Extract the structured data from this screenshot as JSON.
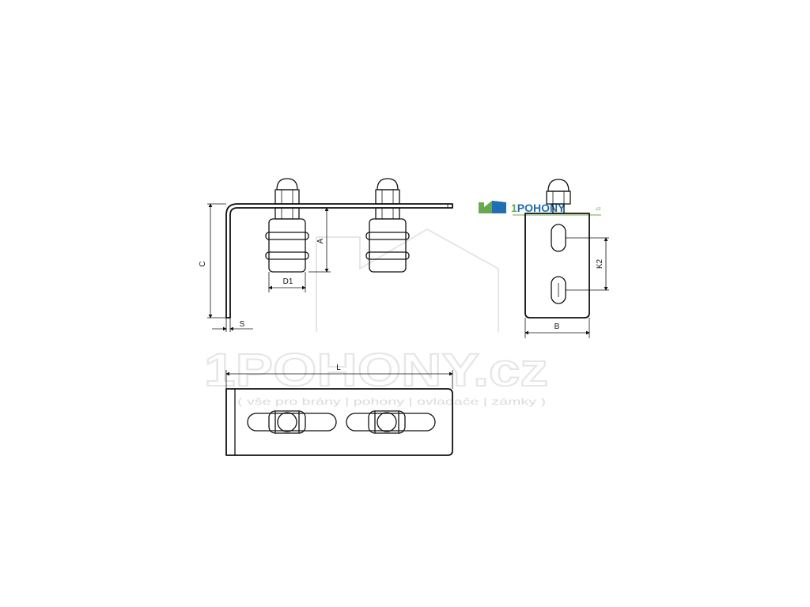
{
  "labels": {
    "c": "C",
    "a": "A",
    "d1": "D1",
    "s": "S",
    "k2": "K2",
    "b": "B",
    "l": "L"
  },
  "logo": {
    "number": "1",
    "name": "POHONY",
    "suffix": ".cz"
  },
  "watermark": {
    "brand": "1POHONY.cz",
    "tagline": "( vše pro brány | pohony | ovladače | zámky )"
  },
  "colors": {
    "logo_green": "#6aa84f",
    "logo_blue": "#1f6fb2",
    "line": "#111111",
    "watermark": "#e6e6e6"
  }
}
